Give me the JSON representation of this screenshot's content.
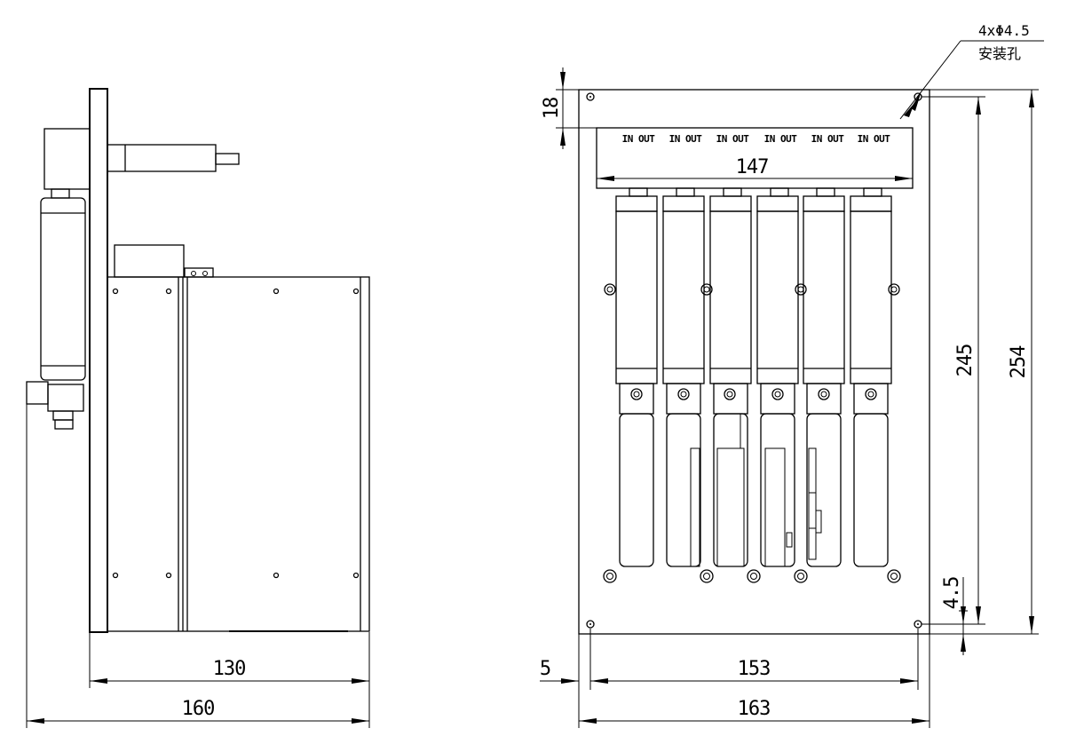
{
  "side_view": {
    "dim_inner": "130",
    "dim_outer": "160"
  },
  "front_view": {
    "port_labels": [
      "IN OUT",
      "IN OUT",
      "IN OUT",
      "IN OUT",
      "IN OUT",
      "IN OUT"
    ],
    "dim_header_width": "147",
    "dim_top_offset": "18",
    "dim_hole_spacing_h": "153",
    "dim_plate_width": "163",
    "dim_edge_offset": "5",
    "dim_hole_spacing_v": "245",
    "dim_plate_height": "254",
    "dim_bottom_offset": "4.5",
    "hole_note_line1": "4xΦ4.5",
    "hole_note_line2": "安装孔"
  }
}
